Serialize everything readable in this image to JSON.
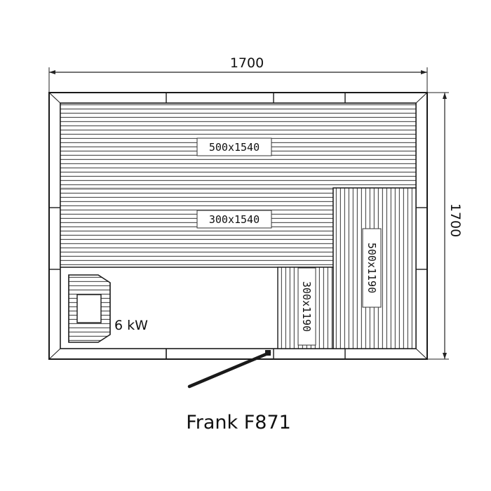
{
  "overall_width": "1700",
  "overall_depth": "1700",
  "benches": [
    {
      "id": "upper-bench",
      "size": "500x1540"
    },
    {
      "id": "lower-bench",
      "size": "300x1540"
    },
    {
      "id": "side-upper-bench",
      "size": "500x1190"
    },
    {
      "id": "side-lower-bench",
      "size": "300x1190"
    }
  ],
  "heater_power": "6 kW",
  "model_name": "Frank F871",
  "colors": {
    "line": "#1a1a1a",
    "wall_fill": "#ffffff",
    "slat_line": "#555555"
  }
}
